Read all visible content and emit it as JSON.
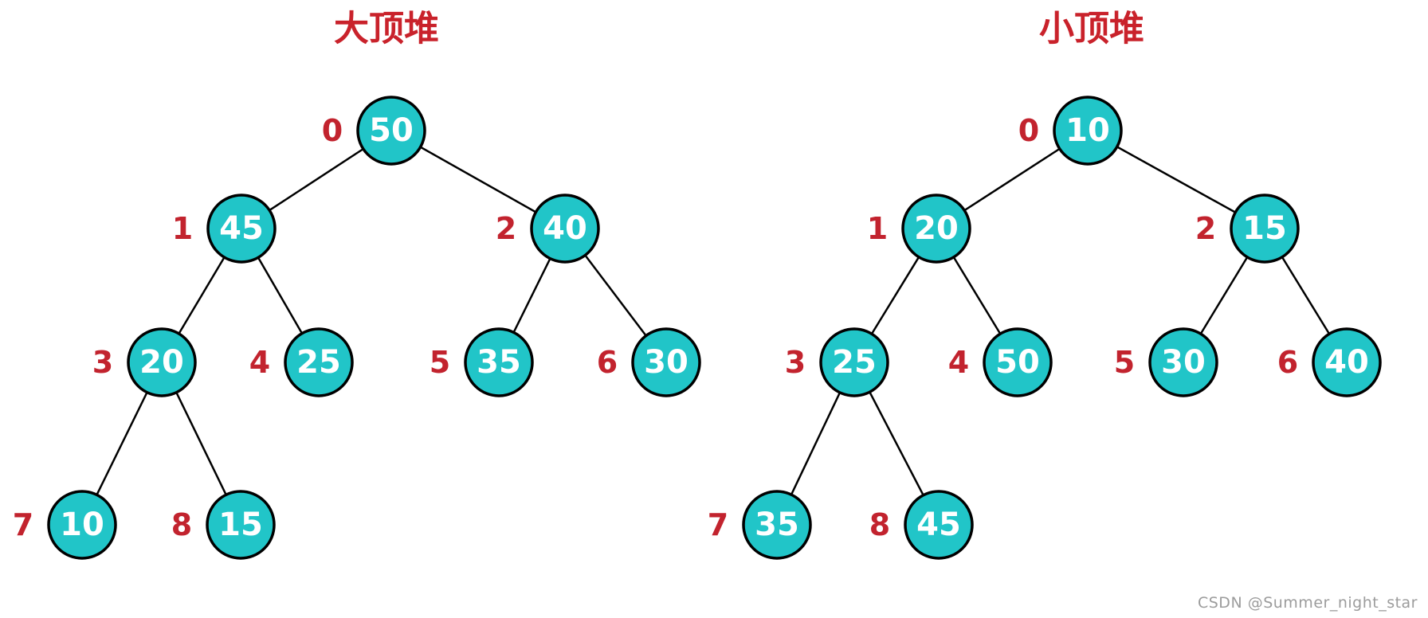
{
  "colors": {
    "node_fill": "#21c5c8",
    "node_border": "#000000",
    "node_text": "#ffffff",
    "edge": "#000000",
    "index_label": "#c2232e",
    "title": "#c9222b",
    "watermark": "#9c9c9c",
    "background": "#ffffff"
  },
  "watermark": {
    "text": "CSDN @Summer_night_star"
  },
  "diagrams": [
    {
      "title": "大顶堆",
      "nodes": [
        {
          "index": "0",
          "value": "50"
        },
        {
          "index": "1",
          "value": "45"
        },
        {
          "index": "2",
          "value": "40"
        },
        {
          "index": "3",
          "value": "20"
        },
        {
          "index": "4",
          "value": "25"
        },
        {
          "index": "5",
          "value": "35"
        },
        {
          "index": "6",
          "value": "30"
        },
        {
          "index": "7",
          "value": "10"
        },
        {
          "index": "8",
          "value": "15"
        }
      ],
      "edges": [
        [
          0,
          1
        ],
        [
          0,
          2
        ],
        [
          1,
          3
        ],
        [
          1,
          4
        ],
        [
          2,
          5
        ],
        [
          2,
          6
        ],
        [
          3,
          7
        ],
        [
          3,
          8
        ]
      ]
    },
    {
      "title": "小顶堆",
      "nodes": [
        {
          "index": "0",
          "value": "10"
        },
        {
          "index": "1",
          "value": "20"
        },
        {
          "index": "2",
          "value": "15"
        },
        {
          "index": "3",
          "value": "25"
        },
        {
          "index": "4",
          "value": "50"
        },
        {
          "index": "5",
          "value": "30"
        },
        {
          "index": "6",
          "value": "40"
        },
        {
          "index": "7",
          "value": "35"
        },
        {
          "index": "8",
          "value": "45"
        }
      ],
      "edges": [
        [
          0,
          1
        ],
        [
          0,
          2
        ],
        [
          1,
          3
        ],
        [
          1,
          4
        ],
        [
          2,
          5
        ],
        [
          2,
          6
        ],
        [
          3,
          7
        ],
        [
          3,
          8
        ]
      ]
    }
  ]
}
